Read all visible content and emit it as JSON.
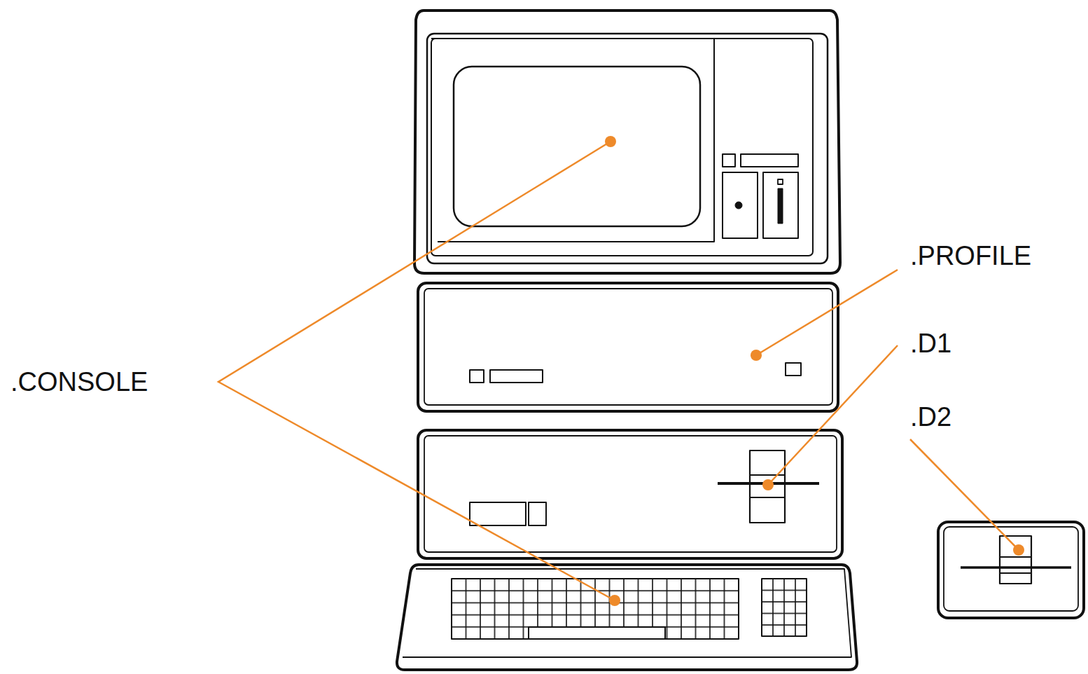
{
  "diagram": {
    "labels": [
      ".CONSOLE",
      ".PROFILE",
      ".D1",
      ".D2"
    ]
  }
}
